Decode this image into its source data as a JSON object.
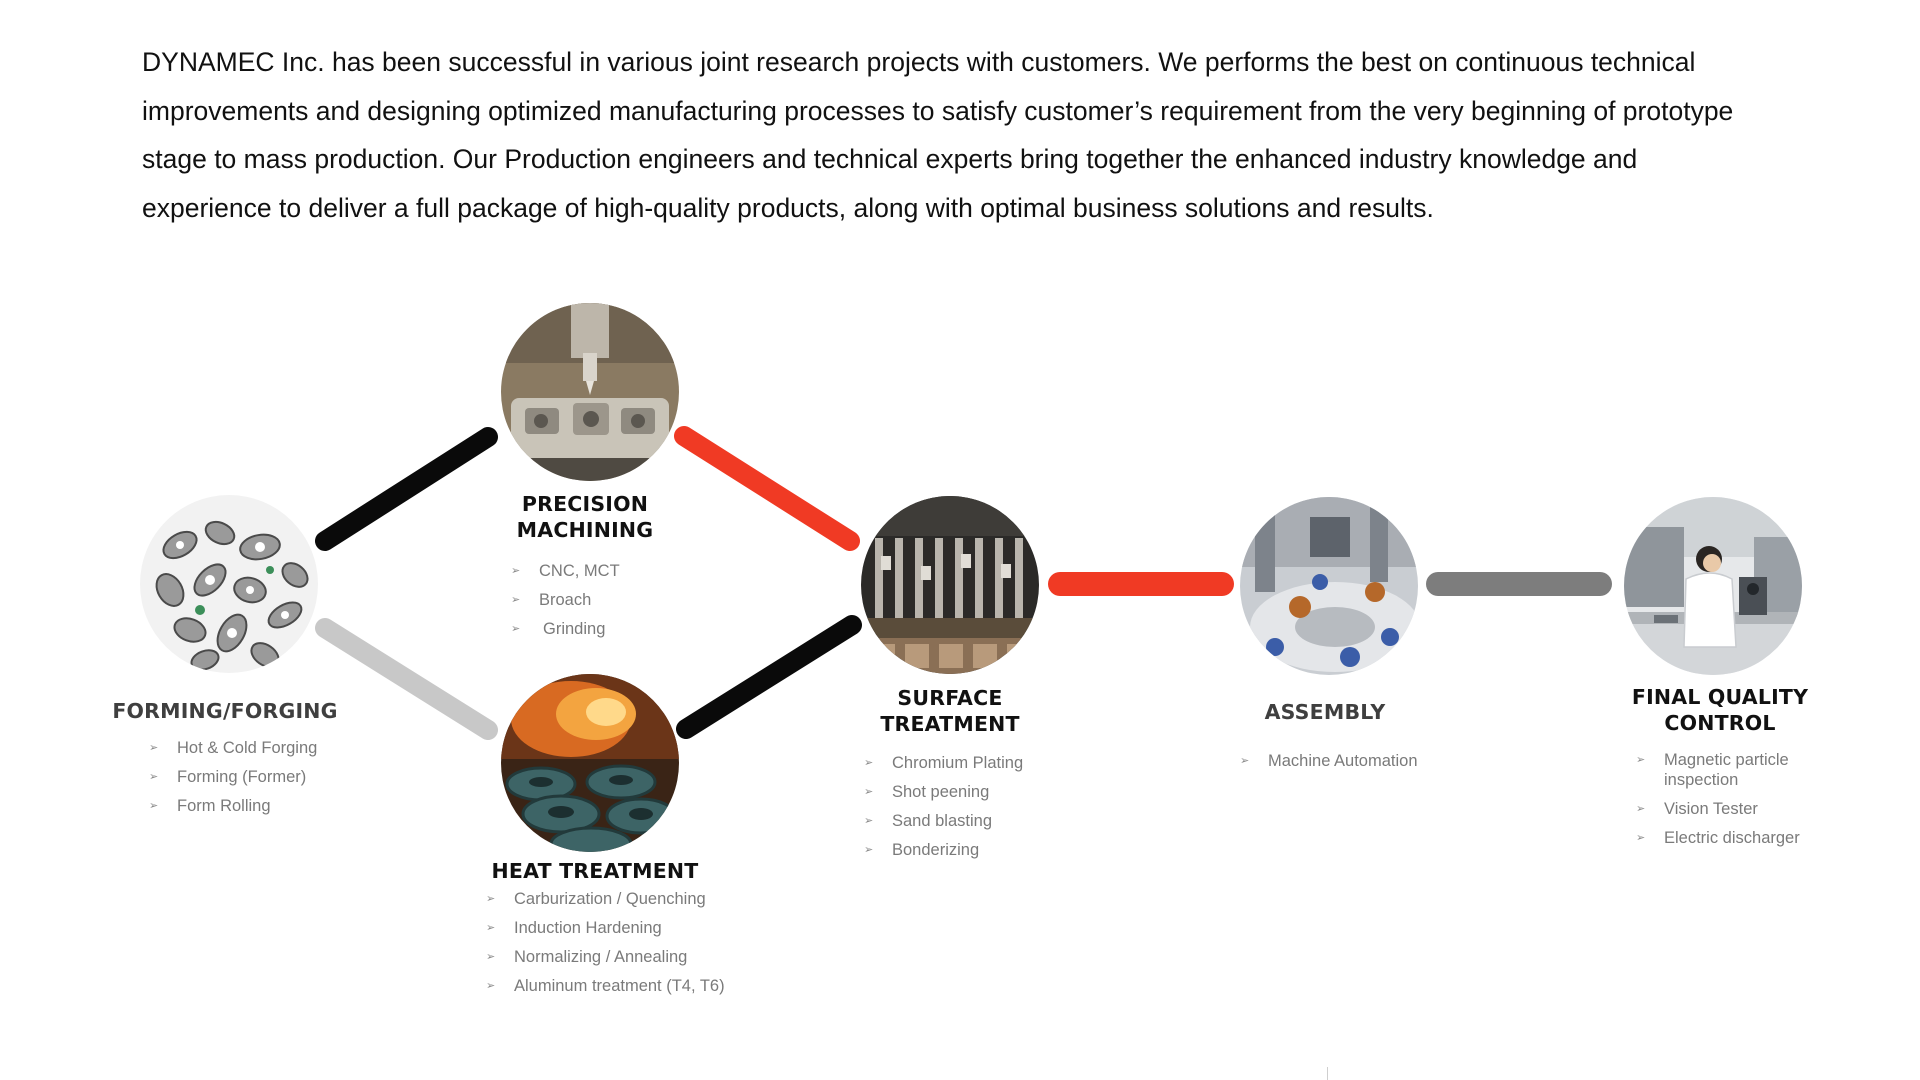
{
  "intro": {
    "line_1": "DYNAMEC Inc. has been successful in various joint research projects with customers. We performs the best on continuous technical",
    "line_2": "improvements and designing optimized manufacturing processes to satisfy customer’s requirement from the very beginning of prototype",
    "line_3": "stage to mass production.  Our Production engineers and technical experts bring together the enhanced industry knowledge and",
    "line_4": "experience to deliver a full package of high-quality products, along with optimal business solutions and results."
  },
  "bullet_glyph": "➢",
  "colors": {
    "black_connector": "#0a0a0a",
    "red_connector": "#f03a24",
    "light_grey_connector": "#c8c8c8",
    "dark_grey_connector": "#7d7d7d",
    "title_text": "#111111",
    "bullet_text": "#7a7a7a"
  },
  "steps": {
    "forming": {
      "title_line_1": "FORMING/FORGING",
      "icon": "forged-parts-photo",
      "items": [
        "Hot & Cold Forging",
        "Forming (Former)",
        "Form Rolling"
      ]
    },
    "machining": {
      "title_line_1": "PRECISION",
      "title_line_2": "MACHINING",
      "icon": "cnc-machining-photo",
      "items": [
        "CNC, MCT",
        "Broach",
        "Grinding"
      ]
    },
    "heat": {
      "title_line_1": "HEAT TREATMENT",
      "icon": "furnace-gears-photo",
      "items": [
        "Carburization / Quenching",
        "Induction Hardening",
        "Normalizing / Annealing",
        "Aluminum treatment (T4, T6)"
      ]
    },
    "surface": {
      "title_line_1": "SURFACE",
      "title_line_2": "TREATMENT",
      "icon": "plating-line-photo",
      "items": [
        "Chromium Plating",
        "Shot peening",
        "Sand blasting",
        "Bonderizing"
      ]
    },
    "assembly": {
      "title_line_1": "ASSEMBLY",
      "icon": "automation-machine-photo",
      "items": [
        "Machine Automation"
      ]
    },
    "quality": {
      "title_line_1": "FINAL QUALITY",
      "title_line_2": "CONTROL",
      "icon": "lab-inspection-photo",
      "items": [
        "Magnetic particle inspection",
        "Vision Tester",
        "Electric discharger"
      ]
    }
  }
}
